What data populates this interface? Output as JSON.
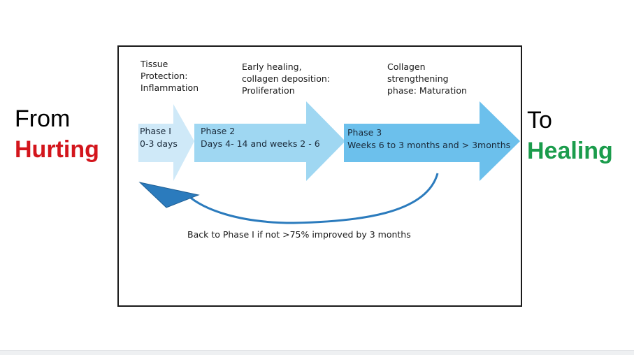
{
  "left_label": {
    "line1": "From",
    "line2": "Hurting"
  },
  "right_label": {
    "line1": "To",
    "line2": "Healing"
  },
  "phases": [
    {
      "title": "Tissue\nProtection:\nInflammation",
      "name": "Phase I",
      "duration": "0-3 days",
      "color": "#cfe9f8"
    },
    {
      "title": "Early healing,\ncollagen deposition:\nProliferation",
      "name": "Phase 2",
      "duration": "Days 4- 14 and weeks 2 - 6",
      "color": "#9fd7f2"
    },
    {
      "title": "Collagen\nstrengthening\nphase: Maturation",
      "name": "Phase 3",
      "duration": "Weeks 6 to 3 months and > 3months",
      "color": "#6cc0ec"
    }
  ],
  "loop": {
    "caption": "Back to Phase I if not >75% improved by 3 months",
    "color": "#2b7bbd"
  },
  "colors": {
    "hurting": "#d3151c",
    "healing": "#1b9c4c",
    "frame": "#1a1a1a"
  }
}
